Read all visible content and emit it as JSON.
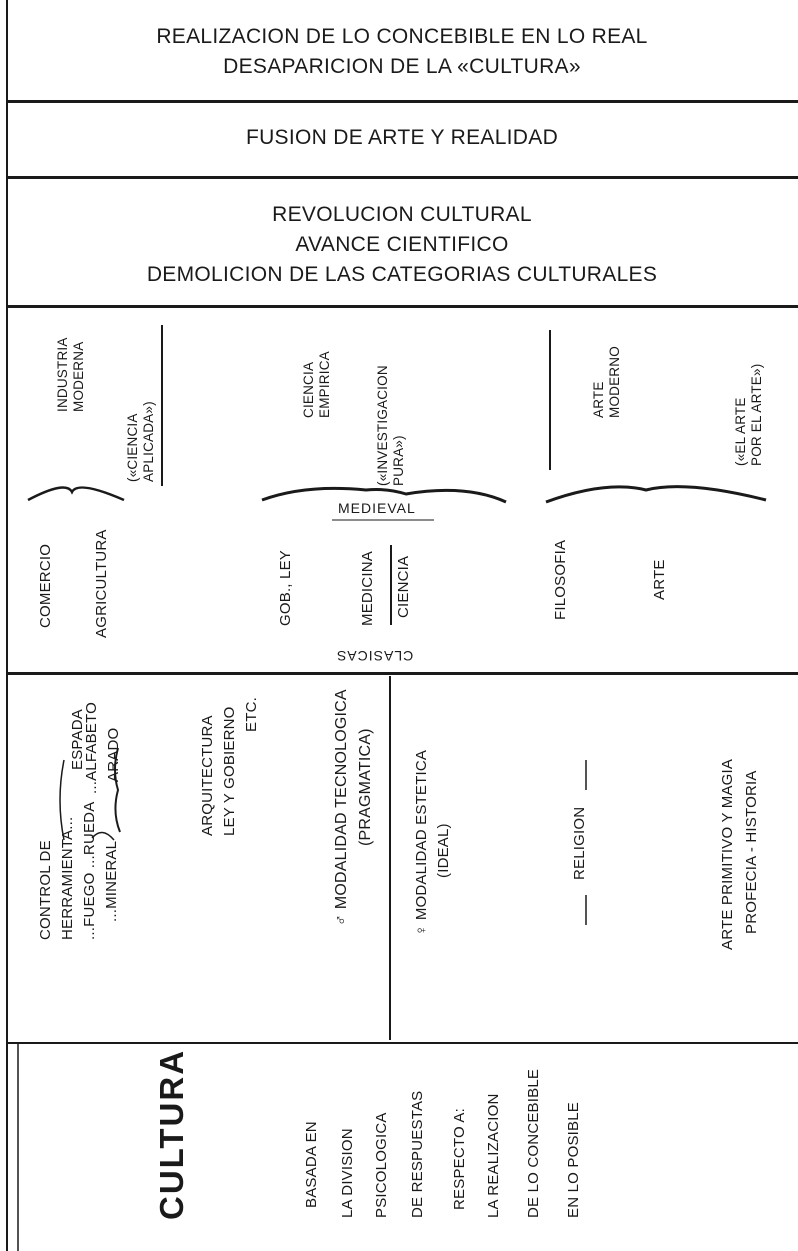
{
  "top_box": {
    "line1": "REALIZACION DE LO CONCEBIBLE EN LO REAL",
    "line2": "DESAPARICION DE LA «CULTURA»"
  },
  "fusion_box": {
    "text": "FUSION DE ARTE Y REALIDAD"
  },
  "revolution_box": {
    "line1": "REVOLUCION CULTURAL",
    "line2": "AVANCE CIENTIFICO",
    "line3": "DEMOLICION DE LAS CATEGORIAS CULTURALES"
  },
  "modern": {
    "industria": [
      "INDUSTRIA",
      "MODERNA"
    ],
    "ciencia_aplicada": [
      "(«CIENCIA",
      "APLICADA»)"
    ],
    "ciencia_empirica": [
      "CIENCIA",
      "EMPIRICA"
    ],
    "investigacion": [
      "(«INVESTIGACION",
      "PURA»)"
    ],
    "arte_moderno": [
      "ARTE",
      "MODERNO"
    ],
    "arte_por_arte": [
      "(«EL ARTE",
      "POR EL ARTE»)"
    ],
    "medieval": "MEDIEVAL"
  },
  "classic": {
    "comercio": "COMERCIO",
    "agricultura": "AGRICULTURA",
    "gob_ley": "GOB., LEY",
    "medicina": "MEDICINA",
    "ciencia": "CIENCIA",
    "filosofia": "FILOSOFIA",
    "arte": "ARTE",
    "clasicas": "CLASICAS"
  },
  "primitive": {
    "control": [
      "CONTROL DE",
      "HERRAMIENTA...",
      "...FUEGO ...RUEDA",
      "...MINERAL"
    ],
    "espada": [
      "ESPADA",
      "...ALFABETO",
      "ARADO"
    ],
    "arquitectura": [
      "ARQUITECTURA",
      "LEY Y GOBIERNO",
      "ETC."
    ],
    "modalidad_tec": [
      "♂ MODALIDAD TECNOLOGICA",
      "(PRAGMATICA)"
    ],
    "modalidad_est": [
      "♀ MODALIDAD ESTETICA",
      "(IDEAL)"
    ],
    "religion": "RELIGION",
    "arte_primitivo": [
      "ARTE PRIMITIVO Y MAGIA",
      "PROFECIA - HISTORIA"
    ]
  },
  "base": {
    "cultura": "CULTURA",
    "lines": [
      "BASADA EN",
      "LA DIVISION",
      "PSICOLOGICA",
      "DE RESPUESTAS",
      "RESPECTO A:",
      "LA REALIZACION",
      "DE LO CONCEBIBLE",
      "EN LO POSIBLE"
    ]
  }
}
